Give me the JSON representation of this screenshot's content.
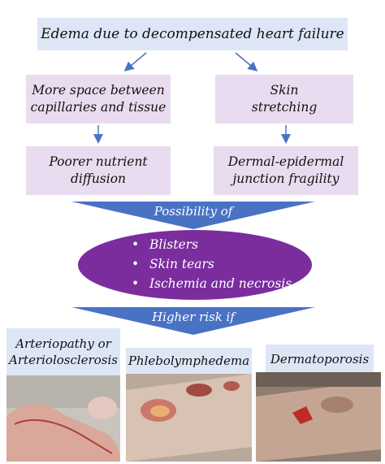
{
  "title": "Edema due to decompensated heart failure",
  "left_branch": {
    "step1": [
      "More space between",
      "capillaries and tissue"
    ],
    "step2": [
      "Poorer nutrient",
      "diffusion"
    ]
  },
  "right_branch": {
    "step1": [
      "Skin",
      "stretching"
    ],
    "step2": [
      "Dermal-epidermal",
      "junction fragility"
    ]
  },
  "banner1": "Possibility of",
  "outcomes": [
    "Blisters",
    "Skin tears",
    "Ischemia and necrosis"
  ],
  "banner2": "Higher risk if",
  "conditions": [
    {
      "label_lines": [
        "Arteriopathy or",
        "Arteriolosclerosis"
      ]
    },
    {
      "label_lines": [
        "Phlebolymphedema"
      ]
    },
    {
      "label_lines": [
        "Dermatoporosis"
      ]
    }
  ],
  "colors": {
    "blue_box": "#dde6f5",
    "lavender_box": "#e9dcf0",
    "banner": "#4a72c4",
    "ellipse": "#7b2d9e",
    "arrow": "#4a72c4"
  }
}
